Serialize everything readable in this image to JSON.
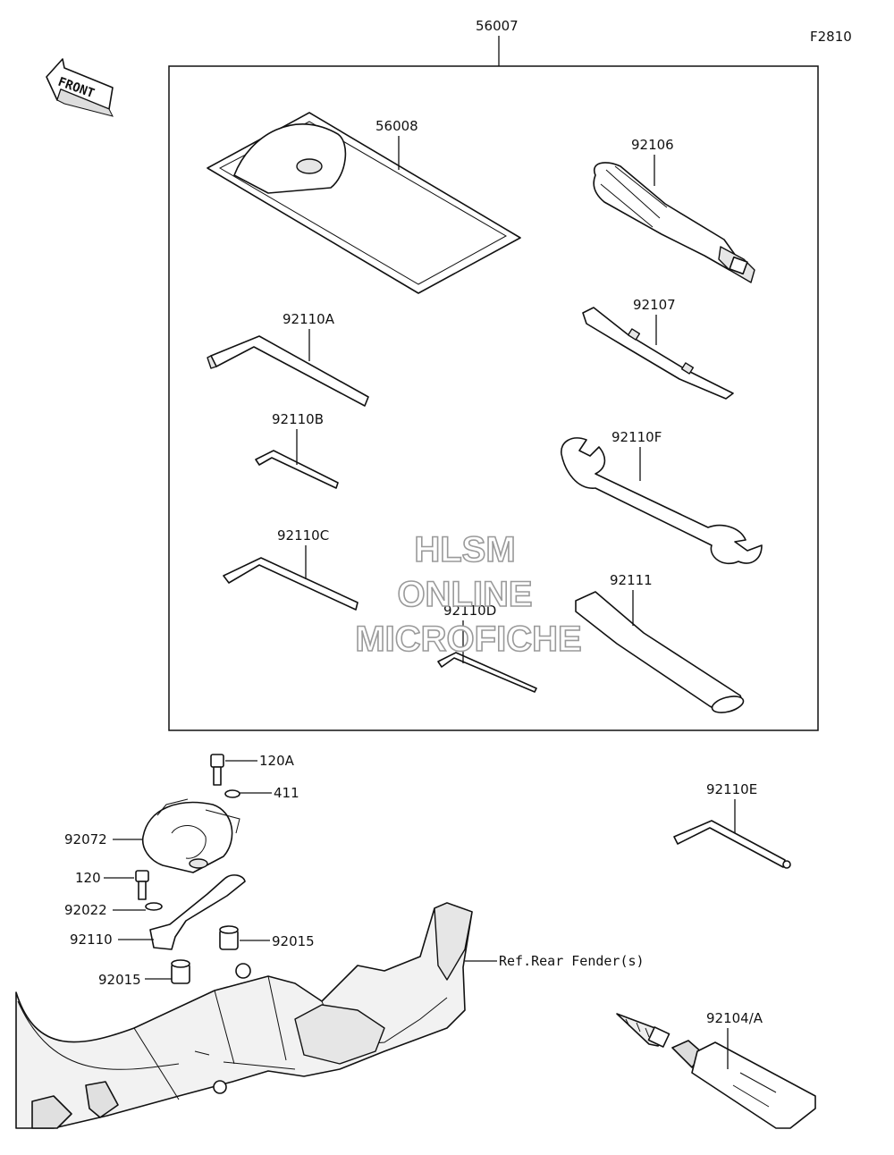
{
  "figure_code": "F2810",
  "front_label": "FRONT",
  "kit_number": "56007",
  "reference_label": "Ref.Rear Fender(s)",
  "watermark": {
    "line1": "HLSM",
    "line2": "ONLINE",
    "line3": "MICROFICHE"
  },
  "parts": {
    "p56008": "56008",
    "p92106": "92106",
    "p92110A": "92110A",
    "p92107": "92107",
    "p92110B": "92110B",
    "p92110F": "92110F",
    "p92110C": "92110C",
    "p92111": "92111",
    "p92110D": "92110D",
    "p120A": "120A",
    "p411": "411",
    "p92072": "92072",
    "p120": "120",
    "p92022": "92022",
    "p92110": "92110",
    "p92015a": "92015",
    "p92015b": "92015",
    "p92110E": "92110E",
    "p92104": "92104/A"
  }
}
